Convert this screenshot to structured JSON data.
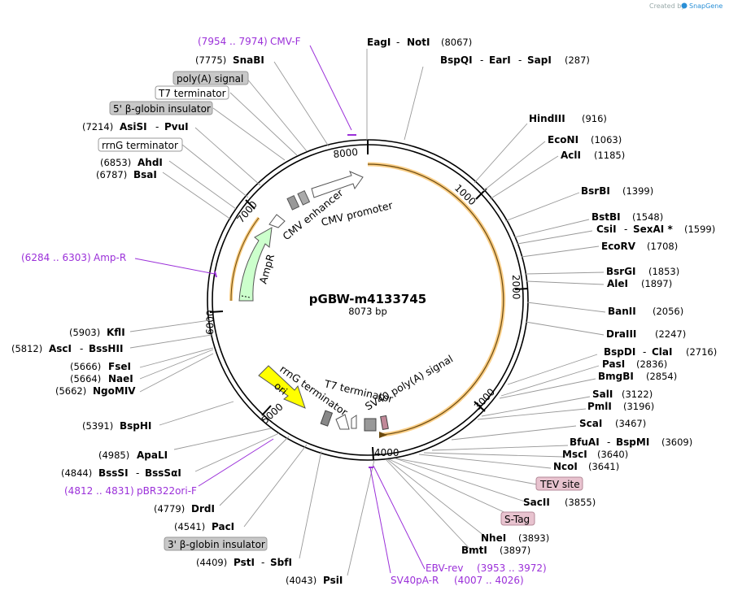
{
  "watermark": {
    "prefix": "Created by",
    "brand": "SnapGene"
  },
  "plasmid": {
    "name": "pGBW-m4133745",
    "size": "8073 bp"
  },
  "ticks": [
    "1000",
    "2000",
    "3000",
    "4000",
    "5000",
    "6000",
    "7000",
    "8000"
  ],
  "features": {
    "cmv_enhancer": "CMV enhancer",
    "cmv_promoter": "CMV promoter",
    "ampr": "AmpR",
    "ori": "ori",
    "rrng_terminator": "rrnG terminator",
    "t7_terminator": "T7 terminator",
    "sv40_polya": "SV40 poly(A) signal"
  },
  "boxed": {
    "polya": "poly(A) signal",
    "t7": "T7 terminator",
    "globin5": "5' β-globin insulator",
    "rrng": "rrnG terminator",
    "tev": "TEV site",
    "stag": "S-Tag",
    "globin3": "3' β-globin insulator"
  },
  "primers": {
    "cmvf": {
      "range": "(7954 .. 7974)",
      "name": "CMV-F"
    },
    "ampr": {
      "range": "(6284 .. 6303)",
      "name": "Amp-R"
    },
    "pbr": {
      "range": "(4812 .. 4831)",
      "name": "pBR322ori-F"
    },
    "ebv": {
      "name": "EBV-rev",
      "range": "(3953 .. 3972)"
    },
    "sv40": {
      "name": "SV40pA-R",
      "range": "(4007 .. 4026)"
    }
  },
  "sites": {
    "eagi": "EagI",
    "noti": "NotI",
    "eagi_pos": "(8067)",
    "bspqi": "BspQI",
    "eari": "EarI",
    "sapi": "SapI",
    "bspqi_pos": "(287)",
    "hindiii": "HindIII",
    "hindiii_pos": "(916)",
    "econi": "EcoNI",
    "econi_pos": "(1063)",
    "acli": "AclI",
    "acli_pos": "(1185)",
    "bsrbi": "BsrBI",
    "bsrbi_pos": "(1399)",
    "bstbi": "BstBI",
    "bstbi_pos": "(1548)",
    "csii": "CsiI",
    "sexai": "SexAI *",
    "csii_pos": "(1599)",
    "ecorv": "EcoRV",
    "ecorv_pos": "(1708)",
    "bsrgi": "BsrGI",
    "bsrgi_pos": "(1853)",
    "alei": "AleI",
    "alei_pos": "(1897)",
    "banii": "BanII",
    "banii_pos": "(2056)",
    "draiii": "DraIII",
    "draiii_pos": "(2247)",
    "bspdi": "BspDI",
    "clai": "ClaI",
    "bspdi_pos": "(2716)",
    "pasi": "PasI",
    "pasi_pos": "(2836)",
    "bmgbi": "BmgBI",
    "bmgbi_pos": "(2854)",
    "sali": "SalI",
    "sali_pos": "(3122)",
    "pmli": "PmlI",
    "pmli_pos": "(3196)",
    "scai": "ScaI",
    "scai_pos": "(3467)",
    "bfuai": "BfuAI",
    "bspmi": "BspMI",
    "bfuai_pos": "(3609)",
    "msci": "MscI",
    "msci_pos": "(3640)",
    "ncoi": "NcoI",
    "ncoi_pos": "(3641)",
    "sacii": "SacII",
    "sacii_pos": "(3855)",
    "nhei": "NheI",
    "nhei_pos": "(3893)",
    "bmti": "BmtI",
    "bmti_pos": "(3897)",
    "snabi": "SnaBI",
    "snabi_pos": "(7775)",
    "asisi": "AsiSI",
    "pvui": "PvuI",
    "asisi_pos": "(7214)",
    "ahdi": "AhdI",
    "ahdi_pos": "(6853)",
    "bsai": "BsaI",
    "bsai_pos": "(6787)",
    "kfli": "KflI",
    "kfli_pos": "(5903)",
    "asci": "AscI",
    "bsshii": "BssHII",
    "asci_pos": "(5812)",
    "fsei": "FseI",
    "fsei_pos": "(5666)",
    "naei": "NaeI",
    "naei_pos": "(5664)",
    "ngomiv": "NgoMIV",
    "ngomiv_pos": "(5662)",
    "bsphi": "BspHI",
    "bsphi_pos": "(5391)",
    "apali": "ApaLI",
    "apali_pos": "(4985)",
    "bsssi": "BssSI",
    "bsssai": "BssSαI",
    "bsssi_pos": "(4844)",
    "drdi": "DrdI",
    "drdi_pos": "(4779)",
    "paci": "PacI",
    "paci_pos": "(4541)",
    "psti": "PstI",
    "sbfi": "SbfI",
    "psti_pos": "(4409)",
    "psii": "PsiI",
    "psii_pos": "(4043)"
  },
  "colors": {
    "ampr_fill": "#ccffcc",
    "ori_fill": "#ffff00",
    "highlight": "#f5a623",
    "primer": "#9b30d9",
    "box_gray": "#c8c8c8",
    "box_pink": "#e8c3cf",
    "terminator": "#888888"
  }
}
